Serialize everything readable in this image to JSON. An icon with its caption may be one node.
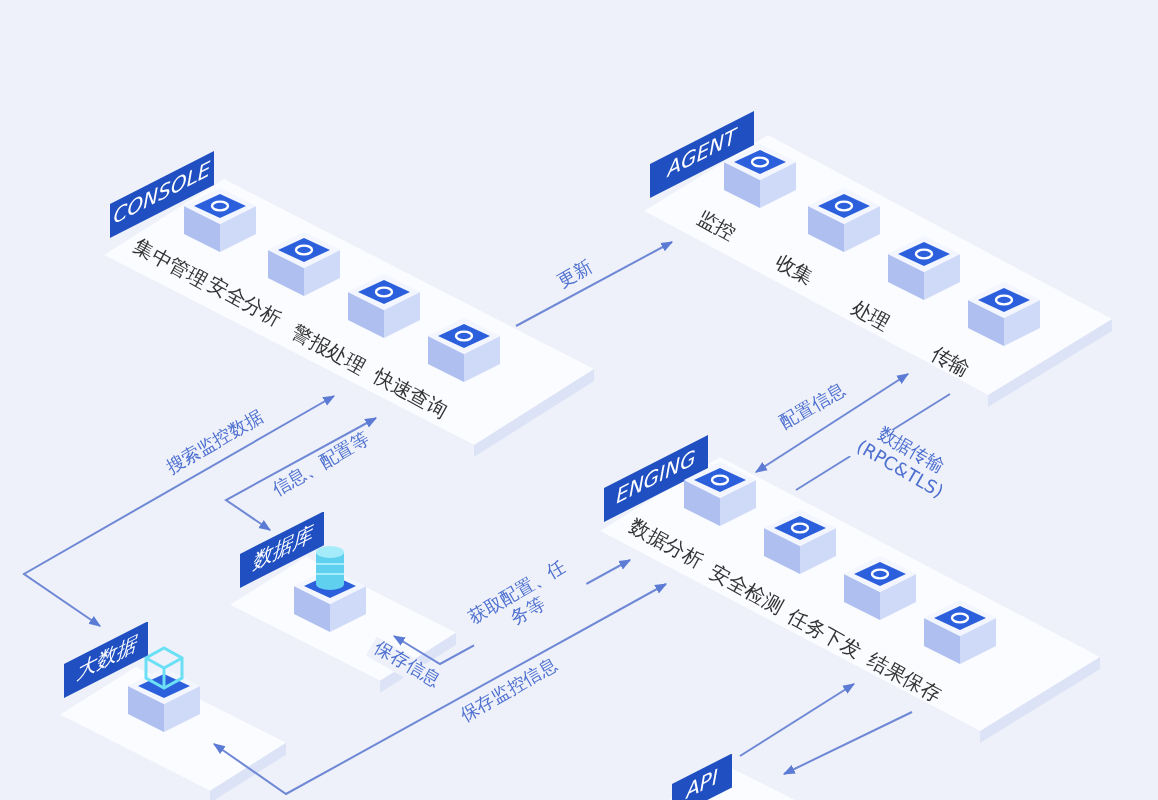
{
  "diagram": {
    "nodes": [
      {
        "text": [
          "CONSOLE"
        ]
      },
      {
        "text": [
          "集中管理"
        ],
        "in": 0
      },
      {
        "text": [
          "安全分析"
        ],
        "in": 0
      },
      {
        "text": [
          "警报处理"
        ],
        "in": 0
      },
      {
        "text": [
          "快速查询"
        ],
        "in": 0
      },
      {
        "text": [
          "AGENT"
        ]
      },
      {
        "text": [
          "监控"
        ],
        "in": 5
      },
      {
        "text": [
          "收集"
        ],
        "in": 5
      },
      {
        "text": [
          "处理"
        ],
        "in": 5
      },
      {
        "text": [
          "传输"
        ],
        "in": 5
      },
      {
        "text": [
          "ENGING"
        ]
      },
      {
        "text": [
          "数据分析"
        ],
        "in": 10
      },
      {
        "text": [
          "安全检测"
        ],
        "in": 10
      },
      {
        "text": [
          "任务下发"
        ],
        "in": 10
      },
      {
        "text": [
          "结果保存"
        ],
        "in": 10
      },
      {
        "text": [
          "数据库"
        ]
      },
      {
        "text": [
          "大数据"
        ]
      },
      {
        "text": [
          "API"
        ]
      }
    ],
    "edges": [
      {
        "from": 0,
        "to": 5,
        "arrow": "to",
        "label": "更新"
      },
      {
        "from": 5,
        "to": 10,
        "arrow": "both",
        "label": "配置信息"
      },
      {
        "from": 10,
        "to": 5,
        "arrow": "none",
        "label": "数据传输 (RPC&TLS)"
      },
      {
        "from": 16,
        "to": 0,
        "arrow": "both",
        "label": "搜索监控数据"
      },
      {
        "from": 15,
        "to": 0,
        "arrow": "both",
        "label": "信息、配置等"
      },
      {
        "from": 10,
        "to": 15,
        "arrow": "both",
        "label": "获取配置、任务等"
      },
      {
        "from": 16,
        "to": 10,
        "arrow": "both",
        "label": "保存监控信息"
      },
      {
        "from": 17,
        "to": 10,
        "arrow": "to"
      },
      {
        "from": 10,
        "to": 17,
        "arrow": "to"
      }
    ],
    "labels": [
      "保存信息"
    ]
  }
}
